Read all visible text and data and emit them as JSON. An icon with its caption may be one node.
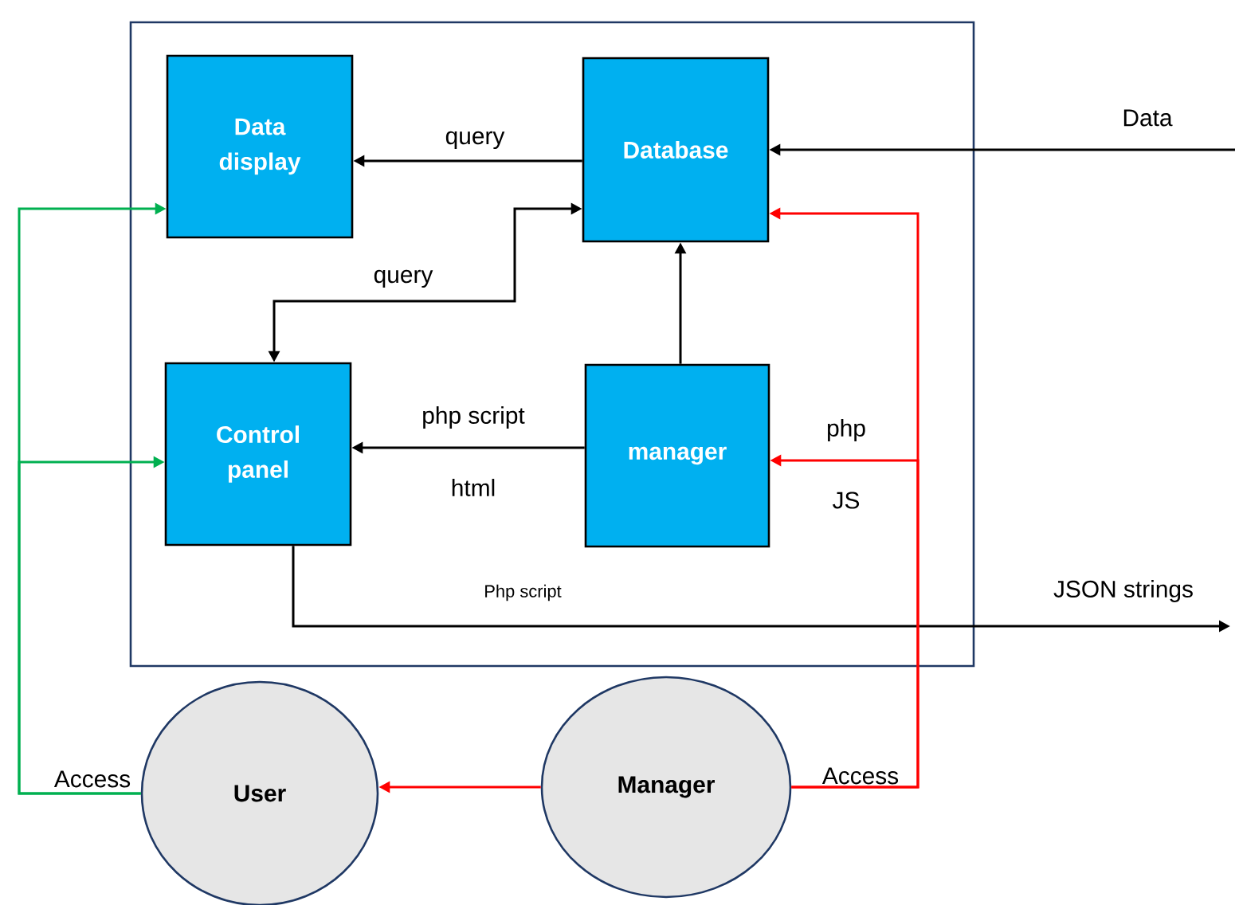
{
  "diagram": {
    "nodes": [
      {
        "text": [],
        "shape": "box"
      },
      {
        "text": [
          "Data display"
        ],
        "in": 0
      },
      {
        "text": [
          "Database"
        ],
        "in": 0
      },
      {
        "text": [
          "Control panel"
        ],
        "in": 0
      },
      {
        "text": [
          "manager"
        ],
        "in": 0
      },
      {
        "text": [
          "User"
        ]
      },
      {
        "text": [
          "Manager"
        ]
      }
    ],
    "edges": [
      {
        "from": 2,
        "to": 1,
        "arrow": "to",
        "label": "query"
      },
      {
        "from": 3,
        "to": 2,
        "arrow": "both",
        "label": "query"
      },
      {
        "from": 4,
        "to": 3,
        "arrow": "to",
        "label": "php script"
      },
      {
        "from": 4,
        "to": 2,
        "arrow": "to"
      },
      {
        "from": null,
        "to": 2,
        "arrow": "to",
        "label": "Data"
      },
      {
        "from": 3,
        "to": null,
        "arrow": "to",
        "label": "JSON strings"
      },
      {
        "from": 5,
        "to": 1,
        "arrow": "to",
        "color": "#00b050"
      },
      {
        "from": 5,
        "to": 3,
        "arrow": "to",
        "color": "#00b050"
      },
      {
        "from": 6,
        "to": 2,
        "arrow": "to",
        "color": "#ff0000"
      },
      {
        "from": 6,
        "to": 4,
        "arrow": "to",
        "color": "#ff0000",
        "label": "php"
      },
      {
        "from": 6,
        "to": 5,
        "arrow": "to",
        "color": "#ff0000"
      }
    ],
    "labels": [
      "html",
      "JS",
      "Php script",
      "Access",
      "Access"
    ]
  }
}
